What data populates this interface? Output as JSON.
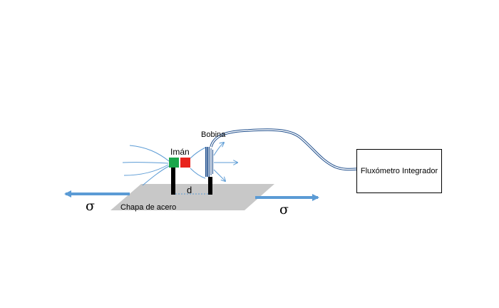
{
  "labels": {
    "iman": "Imán",
    "bobina": "Bobina",
    "distance": "d",
    "plate": "Chapa de acero",
    "sigma_left": "σ",
    "sigma_right": "σ",
    "instrument": "Fluxómetro Integrador"
  },
  "colors": {
    "plate": "#c8c8c8",
    "magnet_north": "#1aa64a",
    "magnet_south": "#e8231c",
    "field_lines": "#5b9bd5",
    "arrows": "#5b9bd5",
    "coil": "#1f4e8c",
    "legs": "#000000"
  }
}
